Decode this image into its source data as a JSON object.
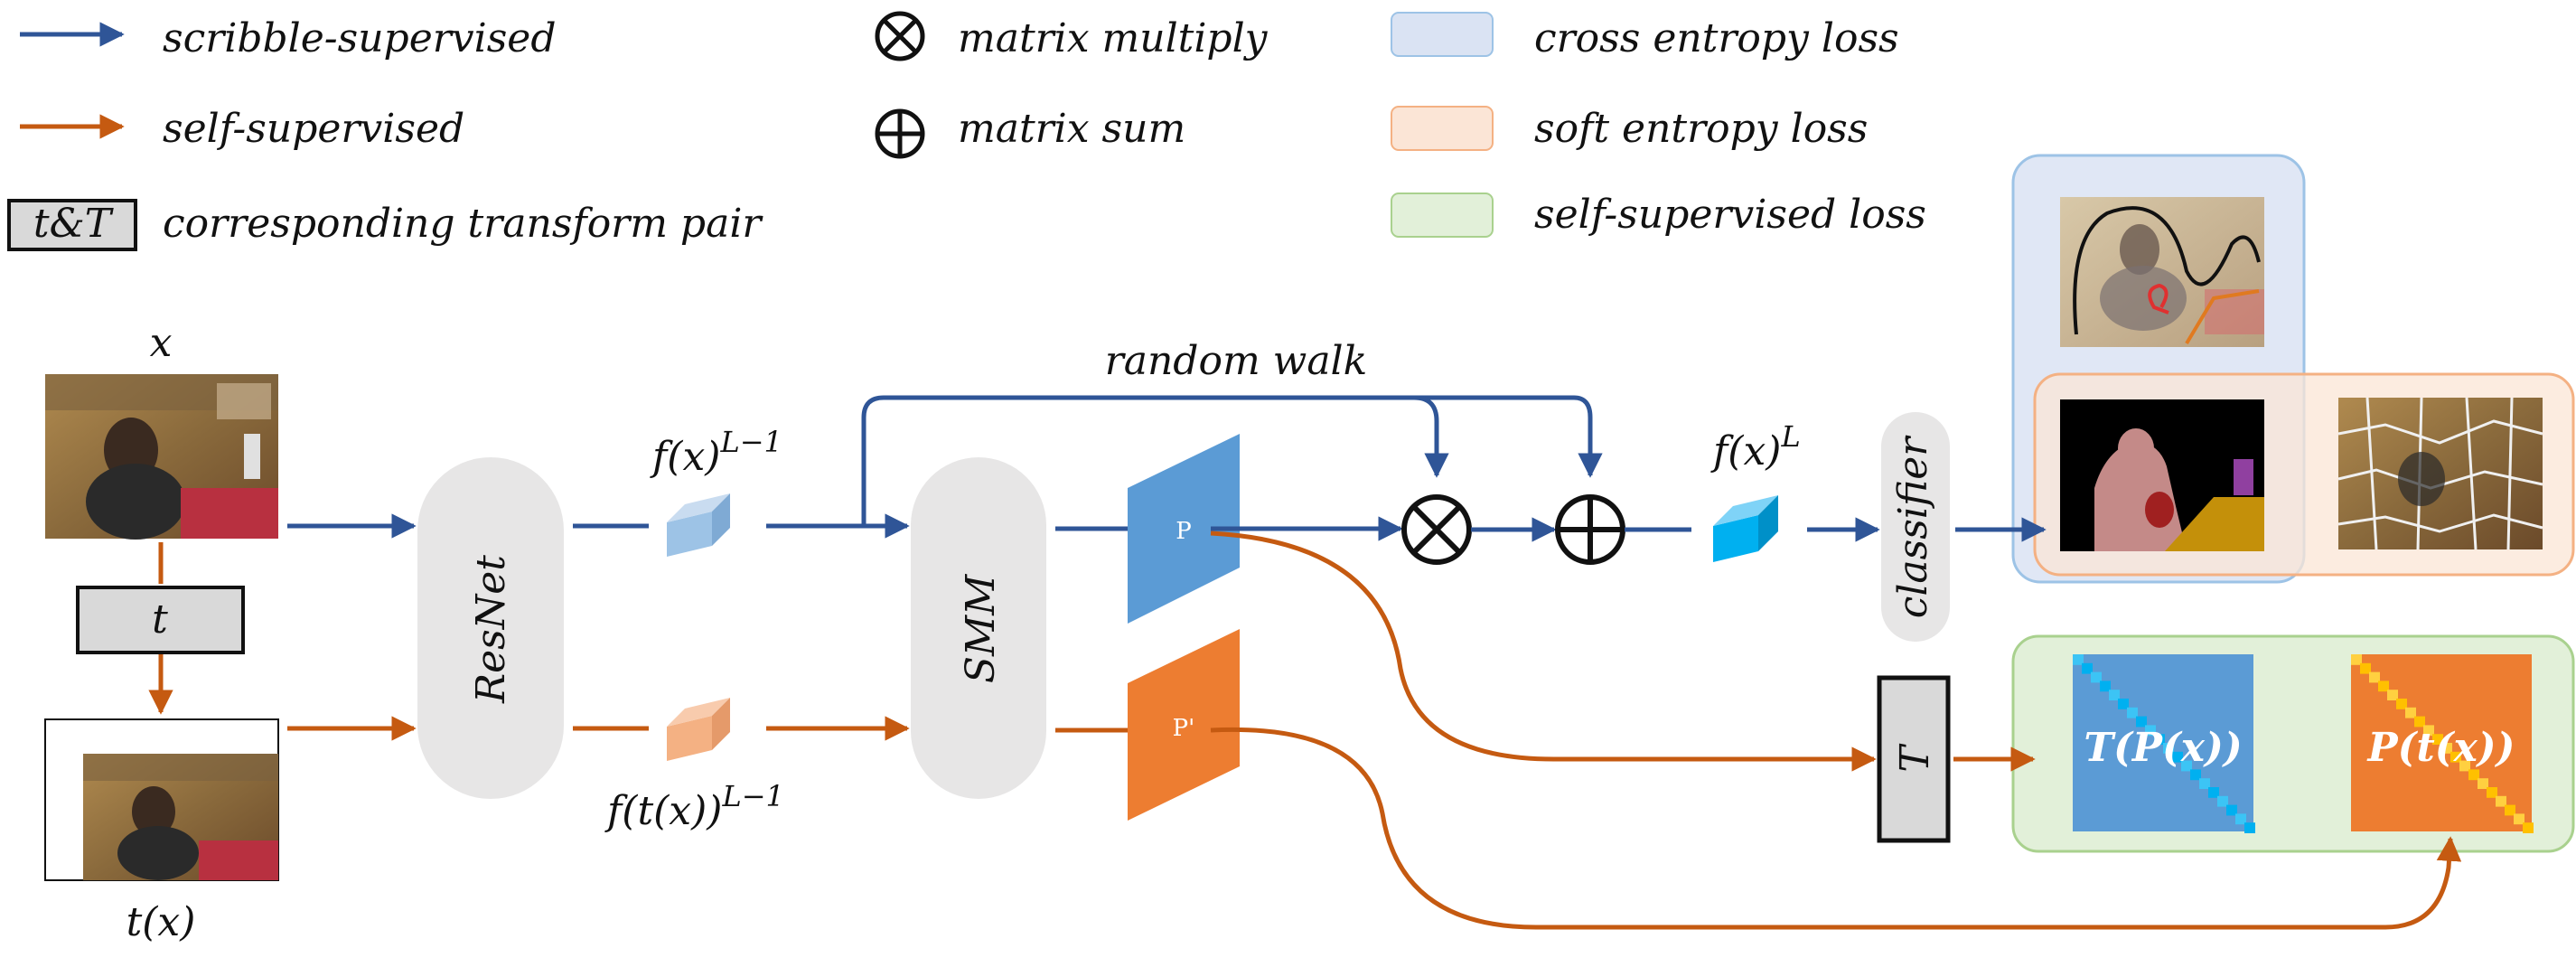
{
  "legend": {
    "scribble": "scribble-supervised",
    "self": "self-supervised",
    "pair_box": "t&T",
    "pair": "corresponding transform pair",
    "mult": "matrix multiply",
    "sum": "matrix sum",
    "ce": "cross entropy loss",
    "soft": "soft entropy loss",
    "selfloss": "self-supervised loss"
  },
  "diagram": {
    "x_label": "x",
    "t_label": "t",
    "tx_label": "t(x)",
    "resnet": "ResNet",
    "fx_prev": "f(x)",
    "fx_prev_sup": "L−1",
    "ftx_prev": "f(t(x))",
    "ftx_prev_sup": "L−1",
    "random_walk": "random walk",
    "smm": "SMM",
    "p": "P",
    "p_prime": "P'",
    "fx": "f(x)",
    "fx_sup": "L",
    "classifier": "classifier",
    "T_box": "T",
    "tp_label": "T(P(x))",
    "pt_label": "P(t(x))"
  },
  "colors": {
    "blue_arrow": "#2f5597",
    "orange_arrow": "#c55a11",
    "ce_fill": "#dae3f3",
    "soft_fill": "#fbe5d6",
    "self_fill": "#e2f0d9",
    "p_blue": "#5b9bd5",
    "p_orange": "#ed7d31"
  }
}
